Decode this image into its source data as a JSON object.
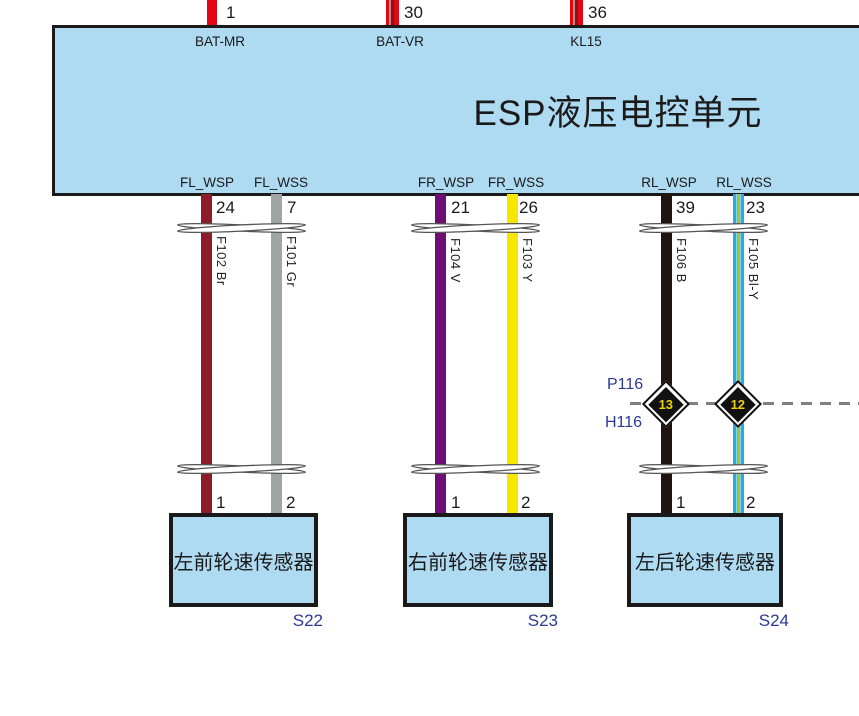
{
  "colors": {
    "ecu_fill": "#aedaf2",
    "outline": "#1a1a1a",
    "power_wire_red": "#e30613",
    "power_wire_stripe": "#8a1218",
    "wire_maroon": "#8e1c2b",
    "wire_gray": "#9fa5a4",
    "wire_violet": "#6e0d74",
    "wire_yellow": "#f7e700",
    "wire_black": "#201410",
    "wire_cyan": "#29abe2",
    "wire_green": "#97cc28",
    "reference_label_blue": "#2b3990",
    "diamond_pin_yellow": "#ecd200"
  },
  "ecu": {
    "title": "ESP液压电控单元",
    "top_pins": [
      {
        "number": "1",
        "label": "BAT-MR"
      },
      {
        "number": "30",
        "label": "BAT-VR"
      },
      {
        "number": "36",
        "label": "KL15"
      }
    ],
    "bottom_pins": [
      {
        "label": "FL_WSP",
        "number": "24"
      },
      {
        "label": "FL_WSS",
        "number": "7"
      },
      {
        "label": "FR_WSP",
        "number": "21"
      },
      {
        "label": "FR_WSS",
        "number": "26"
      },
      {
        "label": "RL_WSP",
        "number": "39"
      },
      {
        "label": "RL_WSS",
        "number": "23"
      }
    ]
  },
  "wires": [
    {
      "name": "F102 Br",
      "color": "#8e1c2b",
      "ecu_pin": "24",
      "sensor_pin": "1"
    },
    {
      "name": "F101 Gr",
      "color": "#9fa5a4",
      "ecu_pin": "7",
      "sensor_pin": "2"
    },
    {
      "name": "F104 V",
      "color": "#6e0d74",
      "ecu_pin": "21",
      "sensor_pin": "1"
    },
    {
      "name": "F103 Y",
      "color": "#f7e700",
      "ecu_pin": "26",
      "sensor_pin": "2"
    },
    {
      "name": "F106 B",
      "color": "#201410",
      "ecu_pin": "39",
      "sensor_pin": "1"
    },
    {
      "name": "F105 Bl-Y",
      "color": "#29abe2/#97cc28",
      "ecu_pin": "23",
      "sensor_pin": "2"
    }
  ],
  "inline_connector": {
    "top_label": "P116",
    "bottom_label": "H116",
    "pins": [
      "13",
      "12"
    ]
  },
  "sensors": [
    {
      "name": "左前轮速传感器",
      "ref": "S22",
      "pins": [
        "1",
        "2"
      ]
    },
    {
      "name": "右前轮速传感器",
      "ref": "S23",
      "pins": [
        "1",
        "2"
      ]
    },
    {
      "name": "左后轮速传感器",
      "ref": "S24",
      "pins": [
        "1",
        "2"
      ]
    }
  ]
}
